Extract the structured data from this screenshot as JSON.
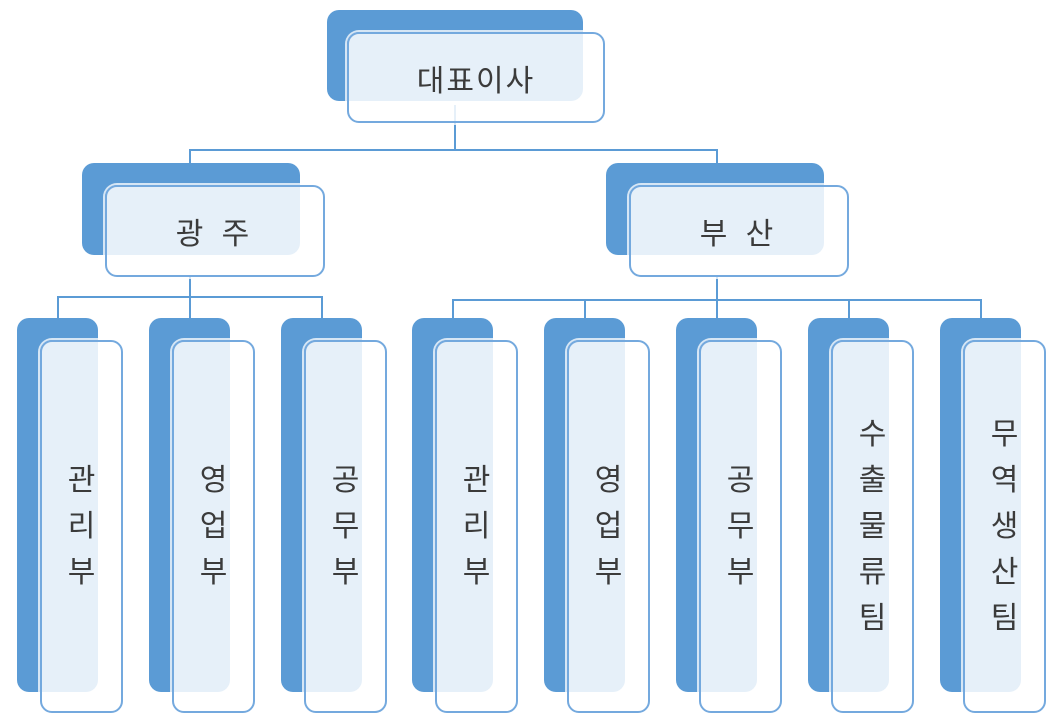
{
  "chart": {
    "root": {
      "label": "대표이사"
    },
    "branches": [
      {
        "label": "광 주"
      },
      {
        "label": "부 산"
      }
    ],
    "departments": [
      {
        "label": "관리부",
        "branch": "광 주"
      },
      {
        "label": "영업부",
        "branch": "광 주"
      },
      {
        "label": "공무부",
        "branch": "광 주"
      },
      {
        "label": "관리부",
        "branch": "부 산"
      },
      {
        "label": "영업부",
        "branch": "부 산"
      },
      {
        "label": "공무부",
        "branch": "부 산"
      },
      {
        "label": "수출물류팀",
        "branch": "부 산"
      },
      {
        "label": "무역생산팀",
        "branch": "부 산"
      }
    ]
  },
  "colors": {
    "shape_blue": "#5b9bd5",
    "card_border": "#74a9de",
    "connector_line": "#5b9bd5",
    "label_text": "#3b3b3b"
  }
}
